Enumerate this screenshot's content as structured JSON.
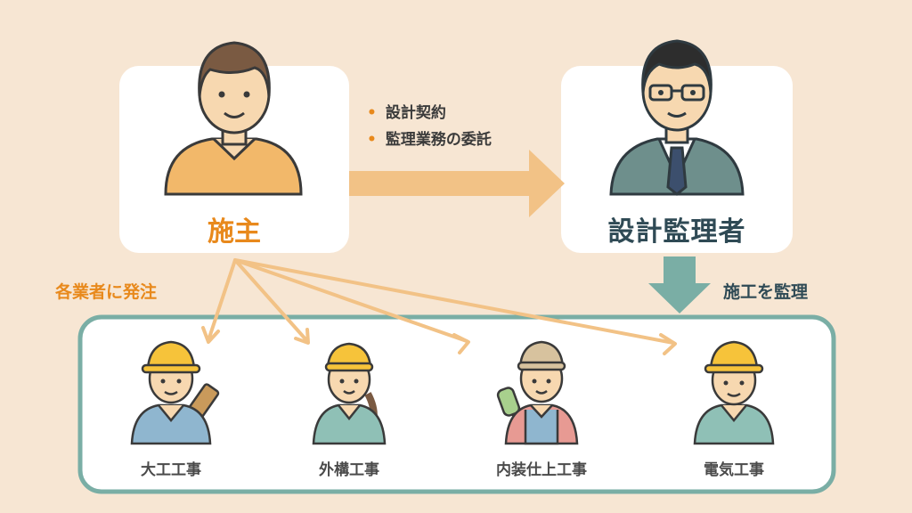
{
  "client": {
    "label": "施主"
  },
  "supervisor": {
    "label": "設計監理者"
  },
  "contract": {
    "items": [
      "設計契約",
      "監理業務の委託"
    ]
  },
  "order_label": "各業者に発注",
  "supervise_label": "施工を監理",
  "trades": [
    "大工工事",
    "外構工事",
    "内装仕上工事",
    "電気工事"
  ],
  "colors": {
    "background": "#f7e6d3",
    "orange_accent": "#e8891c",
    "arrow_orange": "#f2c286",
    "teal_border": "#7aaea5",
    "teal_arrow": "#7aaea5",
    "dark_text": "#2f4a55"
  }
}
